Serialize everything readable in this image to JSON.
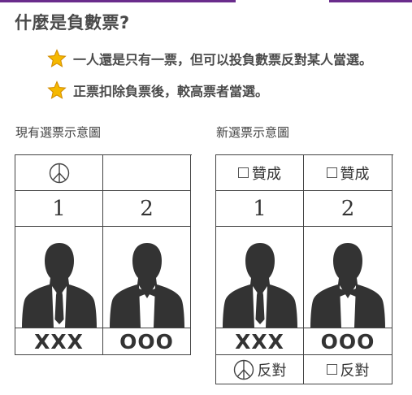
{
  "title": "什麼是負數票?",
  "bullets": [
    {
      "icon": "star-icon",
      "text": "一人還是只有一票，但可以投負數票反對某人當選。"
    },
    {
      "icon": "star-icon",
      "text": "正票扣除負票後，較高票者當選。"
    }
  ],
  "current_ballot": {
    "caption": "現有選票示意圖",
    "candidates": [
      {
        "number": "1",
        "name": "XXX"
      },
      {
        "number": "2",
        "name": "OOO"
      }
    ],
    "stamp_icon": "vote-stamp-icon"
  },
  "new_ballot": {
    "caption": "新選票示意圖",
    "approve_label": "贊成",
    "oppose_label": "反對",
    "candidates": [
      {
        "number": "1",
        "name": "XXX"
      },
      {
        "number": "2",
        "name": "OOO"
      }
    ]
  },
  "colors": {
    "accent_bar": "#6a2c8c",
    "star": "#f5b800",
    "silhouette": "#333333"
  }
}
